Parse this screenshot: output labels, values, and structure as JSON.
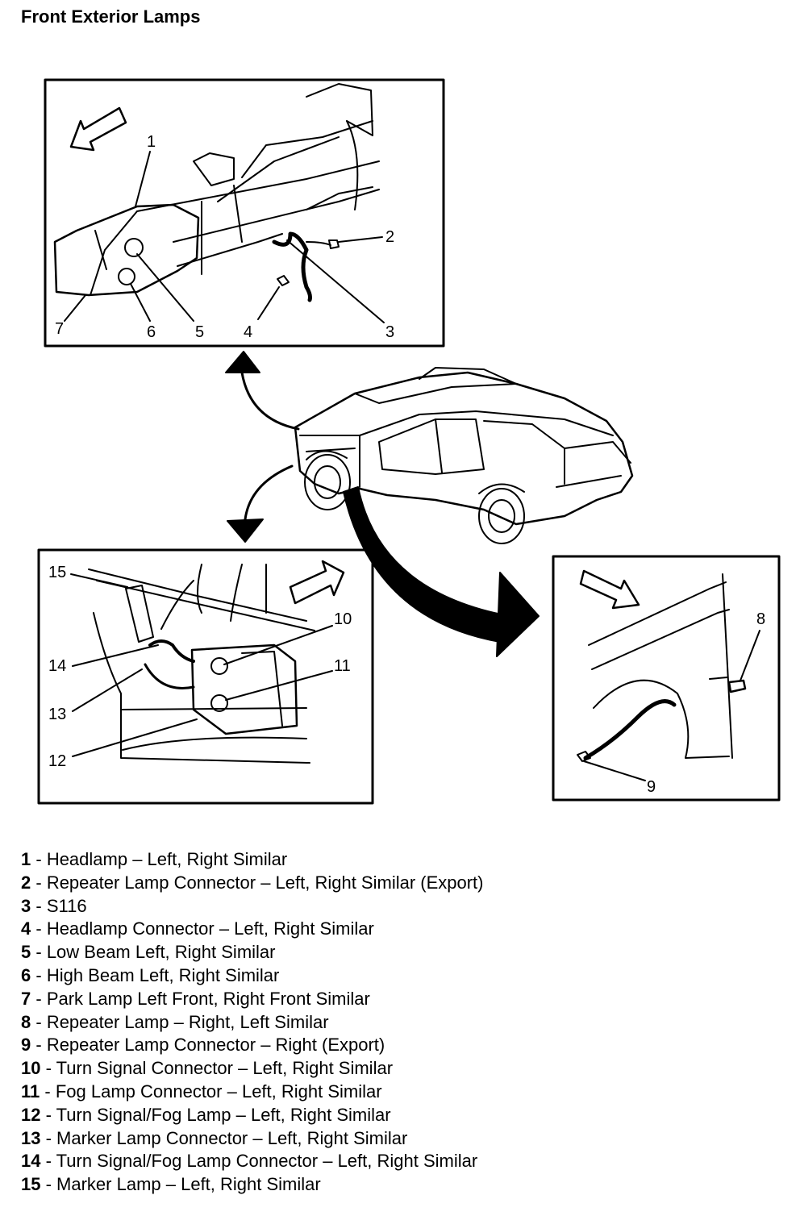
{
  "title": "Front Exterior Lamps",
  "callouts": {
    "c1": "1",
    "c2": "2",
    "c3": "3",
    "c4": "4",
    "c5": "5",
    "c6": "6",
    "c7": "7",
    "c8": "8",
    "c9": "9",
    "c10": "10",
    "c11": "11",
    "c12": "12",
    "c13": "13",
    "c14": "14",
    "c15": "15"
  },
  "legend": [
    {
      "num": "1",
      "sep": " - ",
      "text": "Headlamp – Left, Right Similar"
    },
    {
      "num": "2",
      "sep": " - ",
      "text": "Repeater Lamp Connector – Left, Right Similar (Export)"
    },
    {
      "num": "3",
      "sep": " - ",
      "text": "S116"
    },
    {
      "num": "4",
      "sep": " - ",
      "text": "Headlamp Connector – Left, Right Similar"
    },
    {
      "num": "5",
      "sep": " - ",
      "text": "Low Beam Left, Right Similar"
    },
    {
      "num": "6",
      "sep": " - ",
      "text": "High Beam Left, Right Similar"
    },
    {
      "num": "7",
      "sep": " - ",
      "text": "Park Lamp Left Front, Right Front Similar"
    },
    {
      "num": "8",
      "sep": " - ",
      "text": "Repeater Lamp – Right, Left Similar"
    },
    {
      "num": "9",
      "sep": " - ",
      "text": "Repeater Lamp Connector – Right (Export)"
    },
    {
      "num": "10",
      "sep": " - ",
      "text": "Turn Signal Connector – Left, Right Similar"
    },
    {
      "num": "11",
      "sep": " - ",
      "text": "Fog Lamp Connector – Left, Right Similar"
    },
    {
      "num": "12",
      "sep": " - ",
      "text": "Turn Signal/Fog Lamp – Left, Right Similar"
    },
    {
      "num": "13",
      "sep": " - ",
      "text": "Marker Lamp Connector – Left, Right Similar"
    },
    {
      "num": "14",
      "sep": " - ",
      "text": "Turn Signal/Fog Lamp Connector – Left, Right Similar"
    },
    {
      "num": "15",
      "sep": " - ",
      "text": "Marker Lamp – Left, Right Similar"
    }
  ]
}
